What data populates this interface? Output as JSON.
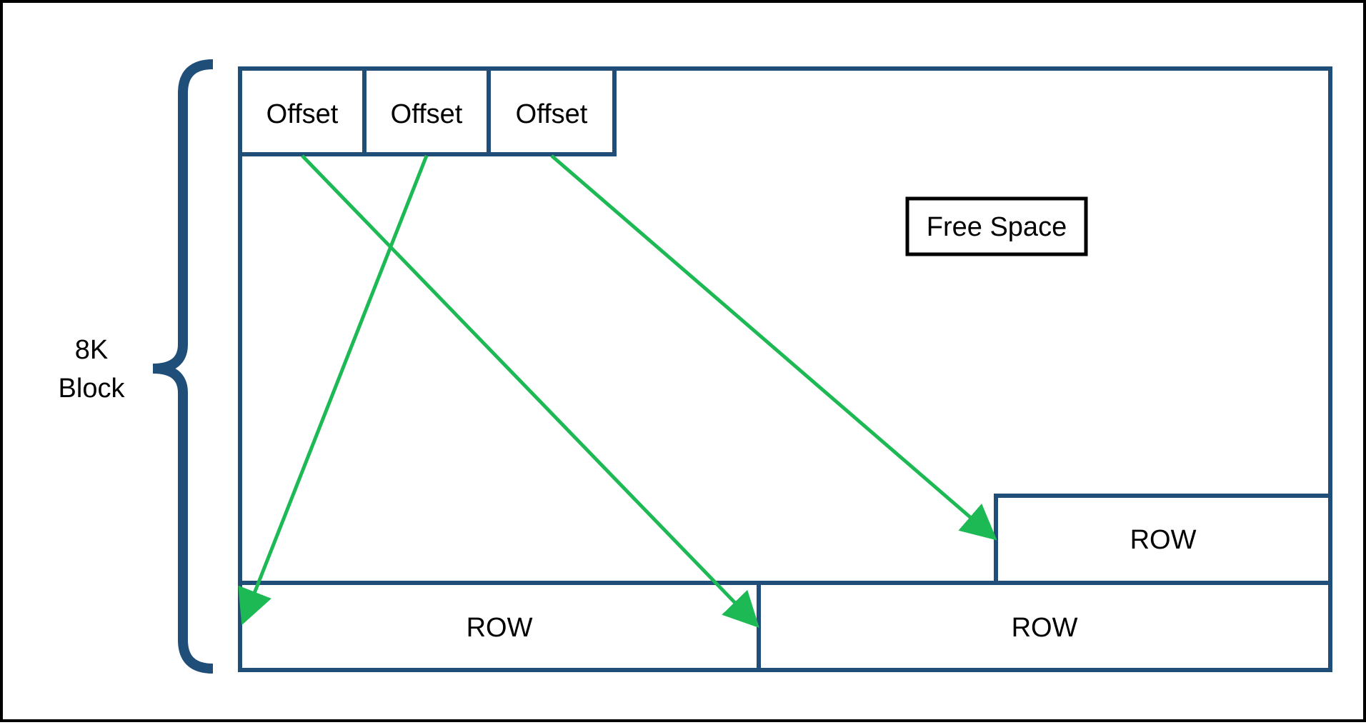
{
  "block_label": {
    "line1": "8K",
    "line2": "Block"
  },
  "offsets": [
    "Offset",
    "Offset",
    "Offset"
  ],
  "free_space_label": "Free Space",
  "rows": {
    "bottom_left": "ROW",
    "bottom_right": "ROW",
    "upper_right": "ROW"
  },
  "colors": {
    "structure": "#1f4e79",
    "pointer": "#1db954",
    "text": "#000000"
  }
}
